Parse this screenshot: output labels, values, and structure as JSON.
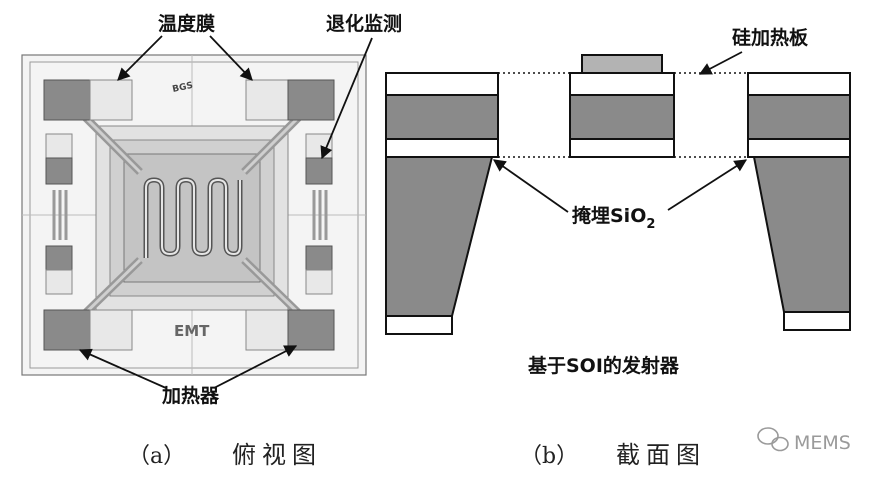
{
  "panel_a": {
    "label_temp_membrane": "温度膜",
    "label_anneal_monitor": "退化监测",
    "label_heater": "加热器",
    "chip_marking": "EMT",
    "logo_text": "BGS",
    "caption_letter": "（a）",
    "caption_text": "俯视图"
  },
  "panel_b": {
    "label_si_heater_plate": "硅加热板",
    "label_buried_oxide": "掩埋SiO",
    "label_buried_oxide_sub": "2",
    "label_soi_emitter": "基于SOI的发射器",
    "caption_letter": "（b）",
    "caption_text": "截面图"
  },
  "watermark": {
    "text": "MEMS"
  },
  "colors": {
    "dark_gray": "#8a8a8a",
    "light_gray": "#dcdcdc",
    "outline": "#111111"
  }
}
